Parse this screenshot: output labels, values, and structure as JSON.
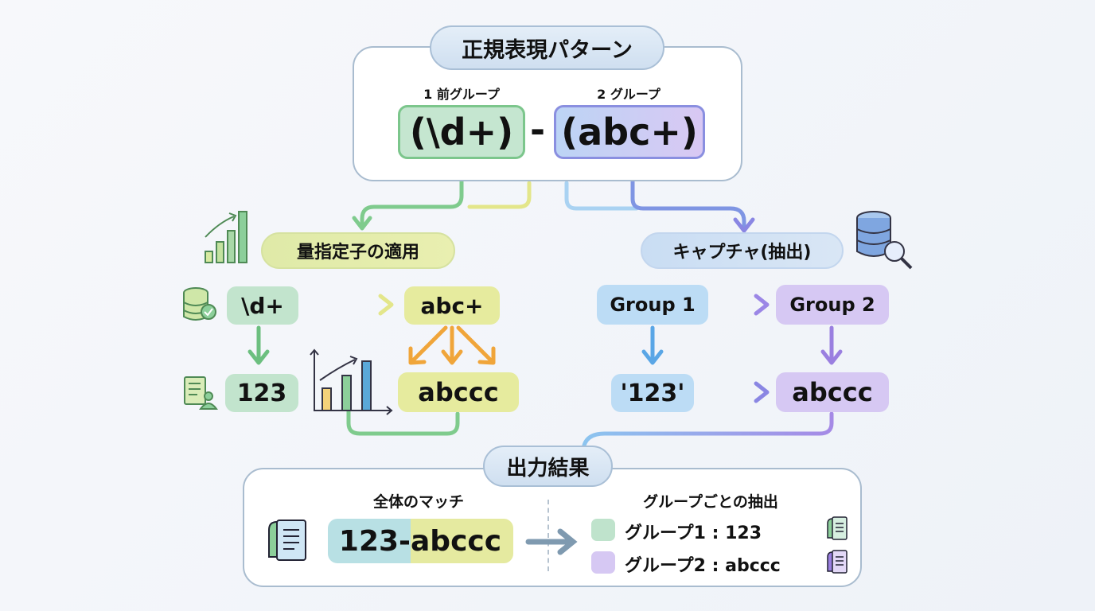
{
  "pattern": {
    "title": "正規表現パターン",
    "group1_label": "1 前グループ",
    "group2_label": "2 グループ",
    "group1_regex": "(\\d+)",
    "separator": "-",
    "group2_regex": "(abc+)"
  },
  "quantifier": {
    "title": "量指定子の適用",
    "digit_token": "\\d+",
    "abc_token": "abc+",
    "digit_result": "123",
    "abc_result": "abccc"
  },
  "capture": {
    "title": "キャプチャ(抽出)",
    "group1": "Group 1",
    "group2": "Group 2",
    "group1_value": "'123'",
    "group2_value": "abccc"
  },
  "output": {
    "title": "出力結果",
    "full_match_label": "全体のマッチ",
    "full_match_part1": "123-",
    "full_match_part2": "abccc",
    "per_group_label": "グループごとの抽出",
    "group1_line": "グループ1 : 123",
    "group2_line": "グループ2 : abccc"
  },
  "colors": {
    "green": "#bfe3cc",
    "yellow": "#e6eb9e",
    "blue": "#bcdcf5",
    "purple": "#d6c8f3",
    "orange": "#f0a53a"
  }
}
